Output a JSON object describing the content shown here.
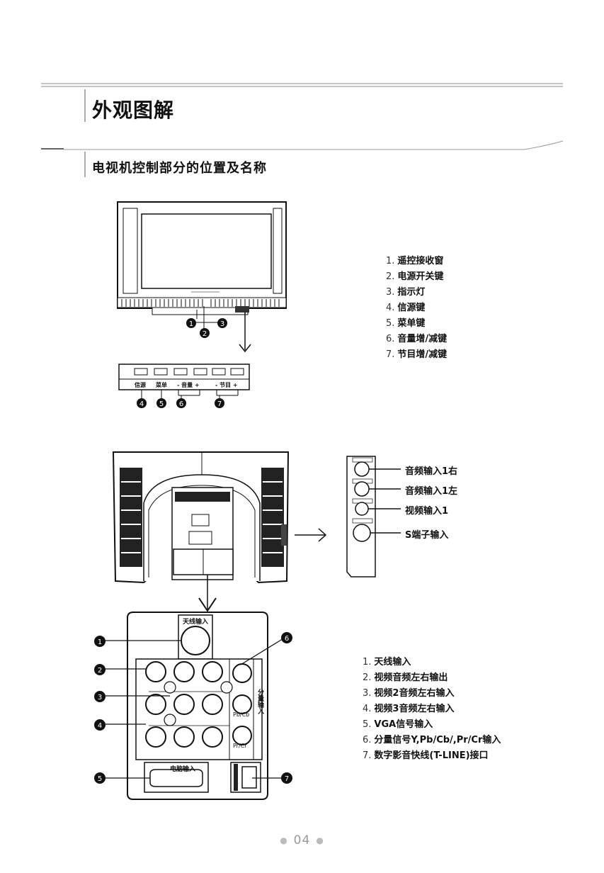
{
  "header": {
    "title": "外观图解",
    "subtitle": "电视机控制部分的位置及名称"
  },
  "front_controls": {
    "items": [
      {
        "num": "1.",
        "label": "遥控接收窗"
      },
      {
        "num": "2.",
        "label": "电源开关键"
      },
      {
        "num": "3.",
        "label": "指示灯"
      },
      {
        "num": "4.",
        "label": "信源键"
      },
      {
        "num": "5.",
        "label": "菜单键"
      },
      {
        "num": "6.",
        "label": "音量增/减键"
      },
      {
        "num": "7.",
        "label": "节目增/减键"
      }
    ],
    "panel_labels": [
      "信源",
      "菜单",
      "- 音量 +",
      "- 节目 +"
    ],
    "callouts_top": [
      "1",
      "2",
      "3"
    ],
    "callouts_panel": [
      "4",
      "5",
      "6",
      "7"
    ]
  },
  "side_panel": {
    "labels": [
      "音频输入1右",
      "音频输入1左",
      "视频输入1",
      "S端子输入"
    ]
  },
  "rear_panel": {
    "items": [
      {
        "num": "1.",
        "label": "天线输入"
      },
      {
        "num": "2.",
        "label": "视频音频左右输出"
      },
      {
        "num": "3.",
        "label": "视频2音频左右输入"
      },
      {
        "num": "4.",
        "label": "视频3音频左右输入"
      },
      {
        "num": "5.",
        "label": "VGA信号输入"
      },
      {
        "num": "6.",
        "label": "分量信号Y,Pb/Cb/,Pr/Cr输入"
      },
      {
        "num": "7.",
        "label": "数字影音快线(T-LINE)接口"
      }
    ],
    "antenna_label": "天线输入",
    "vga_label": "电脑输入",
    "component_label": "分量输入",
    "pbcb": "Pb/Cb",
    "prcr": "Pr/Cr",
    "callouts": [
      "1",
      "2",
      "3",
      "4",
      "5",
      "6",
      "7"
    ]
  },
  "footer": {
    "page_number": "04"
  },
  "colors": {
    "rule": "#888888",
    "ink": "#111111",
    "page_num": "#999999"
  }
}
